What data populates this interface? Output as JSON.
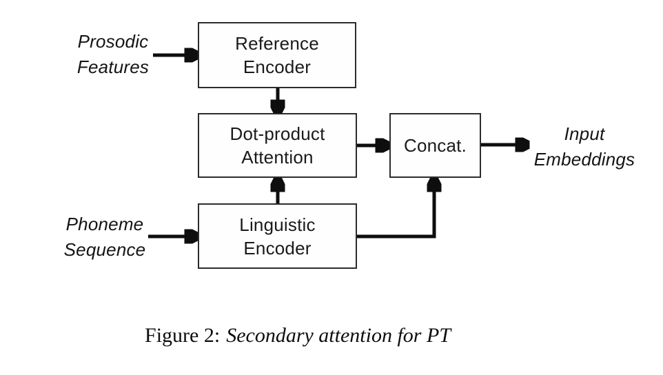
{
  "diagram": {
    "nodes": {
      "reference_encoder": {
        "lines": [
          "Reference",
          "Encoder"
        ]
      },
      "dot_product_attention": {
        "lines": [
          "Dot-product",
          "Attention"
        ]
      },
      "concat": {
        "lines": [
          "Concat."
        ]
      },
      "linguistic_encoder": {
        "lines": [
          "Linguistic",
          "Encoder"
        ]
      }
    },
    "inputs": {
      "prosodic_features": {
        "lines": [
          "Prosodic",
          "Features"
        ]
      },
      "phoneme_sequence": {
        "lines": [
          "Phoneme",
          "Sequence"
        ]
      }
    },
    "outputs": {
      "input_embeddings": {
        "lines": [
          "Input",
          "Embeddings"
        ]
      }
    },
    "edges": [
      {
        "from": "prosodic-features",
        "to": "reference-encoder"
      },
      {
        "from": "reference-encoder",
        "to": "dot-product-attention"
      },
      {
        "from": "linguistic-encoder",
        "to": "dot-product-attention"
      },
      {
        "from": "phoneme-sequence",
        "to": "linguistic-encoder"
      },
      {
        "from": "dot-product-attention",
        "to": "concat"
      },
      {
        "from": "linguistic-encoder",
        "to": "concat"
      },
      {
        "from": "concat",
        "to": "input-embeddings"
      }
    ],
    "colors": {
      "ink": "#0e0e0e",
      "box_border": "#2b2b2b",
      "background": "#ffffff"
    }
  },
  "caption": {
    "prefix": "Figure 2:",
    "italic_text": "Secondary attention for PT"
  }
}
